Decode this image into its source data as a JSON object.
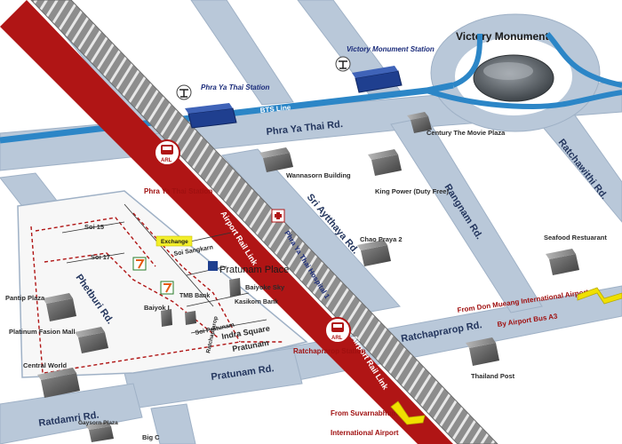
{
  "landmarks": {
    "victory_monument": "Victory Monument",
    "century": "Century The Movie Plaza",
    "wannasorn": "Wannasorn Building",
    "king_power": "King Power (Duty Free)",
    "chao_praya": "Chao Praya 2",
    "seafood": "Seafood Restuarant",
    "pantip": "Pantip Plaza",
    "platinum": "Platinum Fasion Mall",
    "central_world": "Central World",
    "thailand_post": "Thailand Post",
    "gaysorn": "Gaysorn Plaza",
    "big_c": "Big C",
    "pratunam_place": "Pratunam Place",
    "baiyoke_1": "Baiyok I",
    "baiyoke_sky": "Baiyoke Sky",
    "tmb_bank": "TMB Bank",
    "kasikorn_bank": "Kasikorn Bank",
    "indra_square": "Indra Square",
    "pratunam": "Pratunam",
    "exchange": "Exchange",
    "phaya_thai_hospital": "Phra Ya Thai Hospital 1"
  },
  "stations": {
    "victory_bts": "Victory Monument Station",
    "phaya_thai_bts": "Phra Ya Thai Station",
    "phaya_thai_arl": "Phra Ya Thai Station",
    "ratchaprarop_arl": "Ratchaprarop Station",
    "arl_badge": "ARL"
  },
  "lines": {
    "bts_line": "BTS Line",
    "airport_rail_link": "Airport Rail Link"
  },
  "roads": {
    "phaya_thai": "Phra Ya Thai Rd.",
    "ratchawithi": "Ratchawithi Rd.",
    "rangnam": "Rangnam Rd.",
    "sri_ayutthaya": "Sri Aytthaya Rd.",
    "ratchaprarop": "Ratchaprarop Rd.",
    "phetburi": "Phetburi Rd.",
    "pratunam": "Pratunam Rd.",
    "ratdamri": "Ratdamri Rd.",
    "soi_15": "Soi 15",
    "soi_17": "Soi 17",
    "soi_sangkarn": "Soi Sangkarn",
    "soi_pratunam": "Soi Pratunam",
    "ratchaprarop_side": "Ratchaprarop"
  },
  "directions": {
    "don_mueang_1": "From Don Mueang  International Airport",
    "don_mueang_2": "By Airport Bus A3",
    "suvarnabhumi_1": "From Suvarnabhumi",
    "suvarnabhumi_2": "International  Airport"
  },
  "colors": {
    "road": "#b9c8d9",
    "road_edge": "#9fb1c6",
    "bts_line": "#2c86c7",
    "arl_line": "#b01515",
    "arrow": "#f0e000",
    "walk_path": "#b01515"
  }
}
